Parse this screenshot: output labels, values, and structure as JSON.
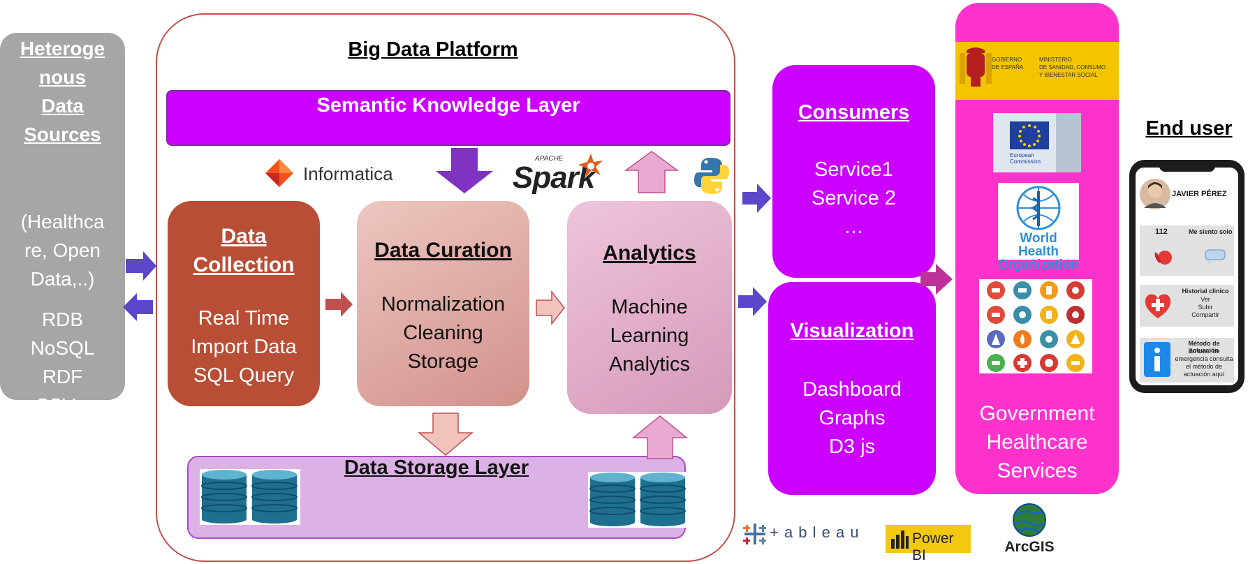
{
  "sources": {
    "title_lines": [
      "Heteroge",
      "nous",
      "Data",
      "Sources"
    ],
    "desc_lines": [
      "(Healthca",
      "re,  Open",
      "Data,..)"
    ],
    "format_lines": [
      "RDB",
      "NoSQL",
      "RDF",
      "CSV,.."
    ]
  },
  "platform": {
    "title": "Big Data Platform",
    "semantic_layer": "Semantic Knowledge Layer",
    "collection": {
      "title_lines": [
        "Data",
        "Collection"
      ],
      "body_lines": [
        "Real Time",
        "Import Data",
        "SQL Query"
      ]
    },
    "curation": {
      "title": "Data Curation",
      "body_lines": [
        "Normalization",
        "Cleaning",
        "Storage"
      ]
    },
    "analytics": {
      "title": "Analytics",
      "body_lines": [
        "Machine",
        "Learning",
        "Analytics"
      ]
    },
    "storage_layer": "Data Storage Layer"
  },
  "logos": {
    "informatica": "Informatica",
    "spark_small": "APACHE",
    "spark": "Spark",
    "tableau": "+ a b l e a u",
    "powerbi": "Power BI",
    "arcgis": "ArcGIS",
    "gobierno": "GOBIERNO\nDE ESPAÑA",
    "ministerio": "MINISTERIO\nDE SANIDAD, CONSUMO\nY BIENESTAR SOCIAL",
    "eu": "European\nCommission",
    "who_lines": [
      "World Health",
      "Organization"
    ]
  },
  "consumers": {
    "title": "Consumers",
    "lines": [
      "Service1",
      "Service 2",
      "…"
    ]
  },
  "visualization": {
    "title": "Visualization",
    "lines": [
      "Dashboard",
      "Graphs",
      "D3 js"
    ]
  },
  "government": {
    "lines": [
      "Government",
      "Healthcare",
      "Services"
    ]
  },
  "end_user": {
    "title": "End user",
    "name": "JAVIER PÉREZ",
    "emergency": "112",
    "alone": "Me siento solo",
    "history_title": "Historial clinico",
    "history_lines": [
      "Ver",
      "Subir",
      "Compartir"
    ],
    "method_title": "Método de actuación",
    "method_lines": [
      "En caso de",
      "emergencia consulta",
      "el método de",
      "actuación aquí"
    ]
  },
  "colors": {
    "sources": "#a6a6a6",
    "collection": "#b84e35",
    "semantic": "#cc00ff",
    "consumers": "#cc00ff",
    "government": "#ff33cc",
    "storage": "#dcb2e6",
    "arrow_blue": "#5b47c9"
  }
}
